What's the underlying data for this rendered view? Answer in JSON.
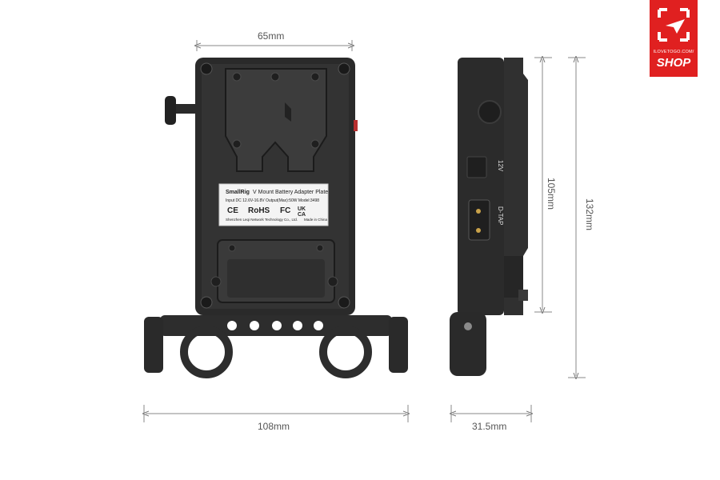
{
  "dimensions": {
    "top_width": "65mm",
    "bottom_width": "108mm",
    "side_width": "31.5mm",
    "height_inner": "105mm",
    "height_outer": "132mm"
  },
  "label": {
    "brand": "SmallRig",
    "title": "V Mount Battery Adapter Plate",
    "specs": "Input DC 12.6V-16.8V  Output(Max):50W  Model:3498",
    "cert_ce": "CE",
    "cert_rohs": "RoHS",
    "cert_fc": "FC",
    "cert_ukca": "UK CA",
    "maker": "Shenzhen Leqi Network Technology Co., Ltd.",
    "origin": "Made in China"
  },
  "side_labels": {
    "port_12v": "12V",
    "port_dtap": "D-TAP"
  },
  "badge": {
    "url": "ILOVETOGO.COM/",
    "word": "SHOP",
    "color": "#e02020"
  }
}
